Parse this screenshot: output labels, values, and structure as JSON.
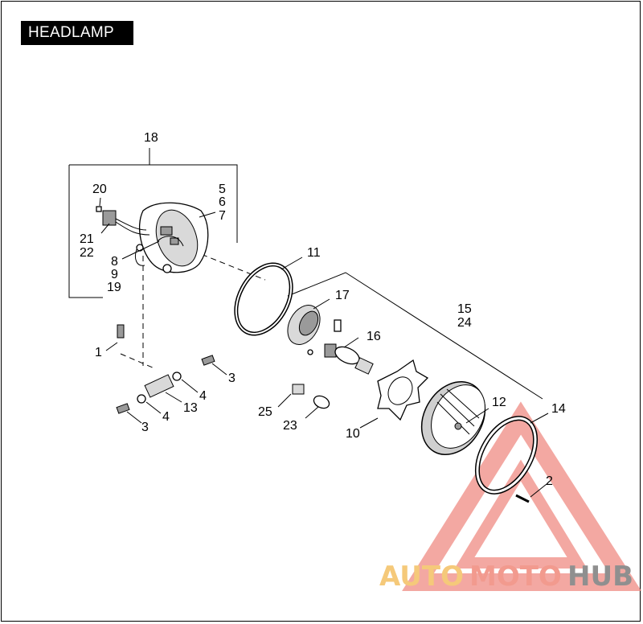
{
  "title": "HEADLAMP",
  "callouts": {
    "c18": "18",
    "c20": "20",
    "c5": "5",
    "c6": "6",
    "c7": "7",
    "c21": "21",
    "c22": "22",
    "c8": "8",
    "c9": "9",
    "c19": "19",
    "c11": "11",
    "c17": "17",
    "c15": "15",
    "c24": "24",
    "c16": "16",
    "c1": "1",
    "c3a": "3",
    "c4a": "4",
    "c13": "13",
    "c4b": "4",
    "c3b": "3",
    "c25": "25",
    "c23": "23",
    "c10": "10",
    "c12": "12",
    "c14": "14",
    "c2": "2"
  },
  "watermark": {
    "part1": "AUTO",
    "part2": "MOTO",
    "part3": "HUB",
    "color_auto": "#f5c97a",
    "color_moto": "#f29a8e",
    "color_hub": "#8f8f8f",
    "triangle_color": "#ee8a82"
  }
}
